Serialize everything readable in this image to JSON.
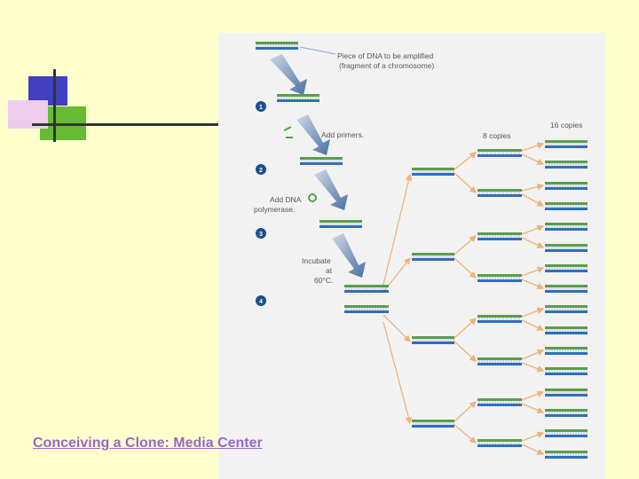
{
  "labels": {
    "piece_line1": "Piece of DNA to be amplified",
    "piece_line2": "(fragment of a chromosome)",
    "add_primers": "Add primers.",
    "add_dna_line1": "Add DNA",
    "add_dna_line2": "polymerase.",
    "incubate_line1": "Incubate",
    "incubate_line2": "at",
    "incubate_line3": "60°C.",
    "eight_copies": "8 copies",
    "sixteen_copies": "16 copies"
  },
  "steps": [
    "1",
    "2",
    "3",
    "4"
  ],
  "footer": {
    "link_text": "Conceiving a Clone: Media Center"
  },
  "colors": {
    "background": "#ffffcc",
    "panel": "#f2f2f2",
    "dna_top_strand": "#5a9e4b",
    "dna_bottom_strand": "#2e6fbf",
    "arrow": "#f0b27a",
    "step_circle": "#1d4f8c",
    "link": "#9966cc"
  }
}
